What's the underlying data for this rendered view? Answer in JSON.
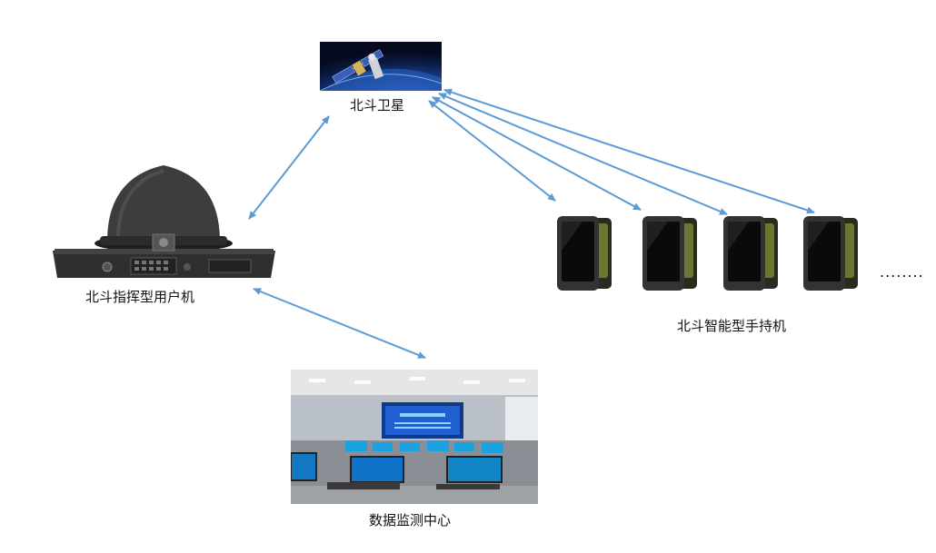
{
  "nodes": {
    "satellite": {
      "label": "北斗卫星"
    },
    "command_terminal": {
      "label": "北斗指挥型用户机"
    },
    "handhelds": {
      "label": "北斗智能型手持机",
      "count": 4,
      "ellipsis": "........"
    },
    "monitor_center": {
      "label": "数据监测中心"
    }
  },
  "colors": {
    "arrow": "#5b9bd5",
    "screen": "#0a0a0a",
    "device_body": "#3a3a3a",
    "accent_green": "#7a8a2a"
  }
}
